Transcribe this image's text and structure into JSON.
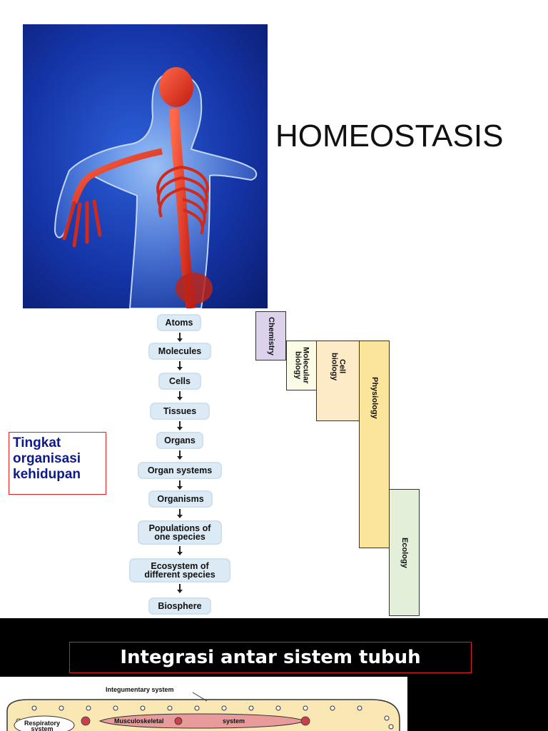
{
  "slide1": {
    "title": "HOMEOSTASIS"
  },
  "slide2": {
    "levels": [
      "Atoms",
      "Molecules",
      "Cells",
      "Tissues",
      "Organs",
      "Organ systems",
      "Organisms",
      "Populations of\none species",
      "Ecosystem of\ndifferent species",
      "Biosphere"
    ],
    "disciplines": [
      {
        "label": "Chemistry",
        "color": "#ddd2ec"
      },
      {
        "label": "Molecular\nbiology",
        "color": "#fbfbe6"
      },
      {
        "label": "Cell\nbiology",
        "color": "#fdebc8"
      },
      {
        "label": "Physiology",
        "color": "#fbe59a"
      },
      {
        "label": "Ecology",
        "color": "#e3efd9"
      }
    ],
    "caption": "Tingkat\norganisasi\nkehidupan"
  },
  "slide3": {
    "title": "Integrasi antar sistem tubuh",
    "integumentary_label": "Integumentary system",
    "respiratory_label": "Respiratory\nsystem",
    "musculoskeletal_label": "Musculoskeletal",
    "system_label": "system"
  }
}
